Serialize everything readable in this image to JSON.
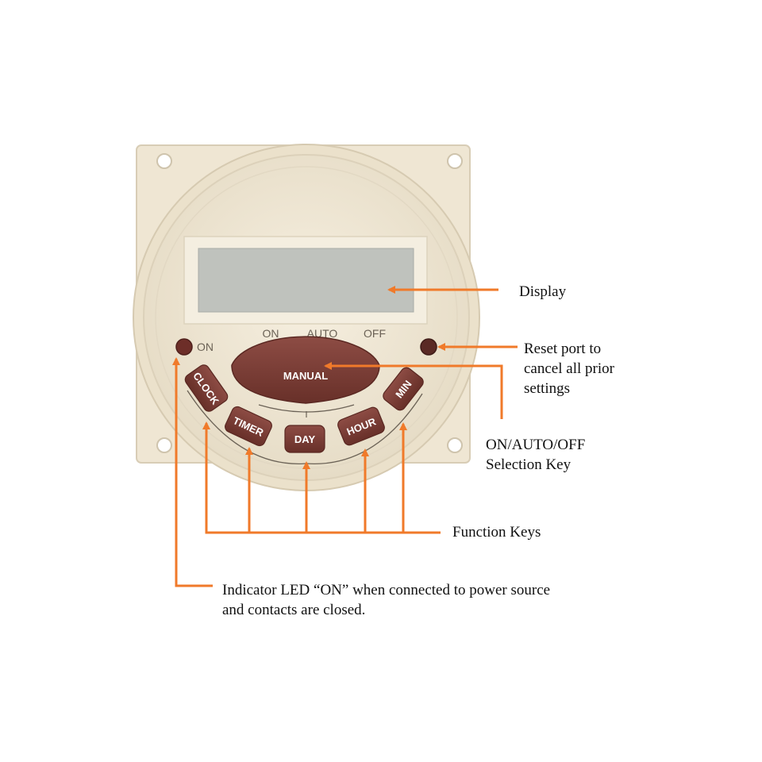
{
  "panel": {
    "led_label": "ON",
    "mode_labels": [
      "ON",
      "AUTO",
      "OFF"
    ],
    "manual_label": "MANUAL",
    "keys": [
      "CLOCK",
      "TIMER",
      "DAY",
      "HOUR",
      "MIN"
    ]
  },
  "callouts": {
    "display": "Display",
    "reset": [
      "Reset port to",
      "cancel all prior",
      "settings"
    ],
    "selection": [
      "ON/AUTO/OFF",
      "Selection Key"
    ],
    "function_keys": "Function Keys",
    "indicator": [
      "Indicator LED “ON” when connected to power source",
      "and contacts are closed."
    ]
  },
  "colors": {
    "housing": "#efe6d3",
    "housing_edge": "#d8cdb6",
    "lcd": "#bfc2bd",
    "button": "#7a3d36",
    "arrow": "#f07a2a"
  }
}
